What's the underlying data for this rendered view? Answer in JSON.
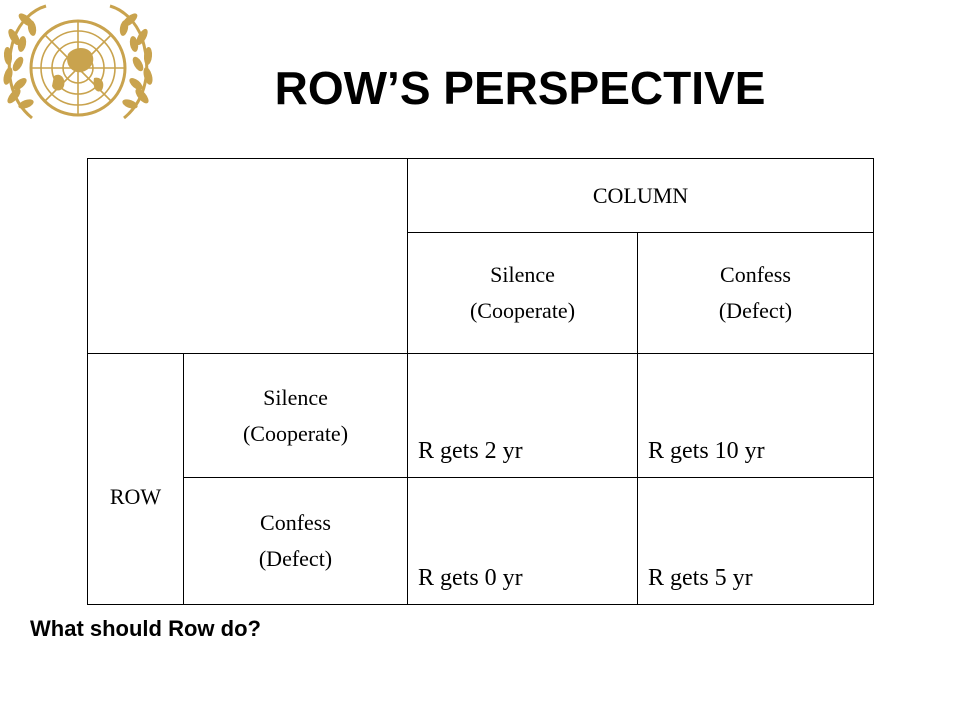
{
  "slide": {
    "title": "ROW’S PERSPECTIVE",
    "question": "What should Row do?",
    "emblem_color": "#c9a34e",
    "emblem_icon": "un-emblem"
  },
  "table": {
    "column_header": "COLUMN",
    "row_header": "ROW",
    "col_strategies": [
      {
        "line1": "Silence",
        "line2": "(Cooperate)"
      },
      {
        "line1": "Confess",
        "line2": "(Defect)"
      }
    ],
    "row_strategies": [
      {
        "line1": "Silence",
        "line2": "(Cooperate)"
      },
      {
        "line1": "Confess",
        "line2": "(Defect)"
      }
    ],
    "payoffs": [
      [
        "R gets 2 yr",
        "R gets 10 yr"
      ],
      [
        "R gets 0 yr",
        "R gets 5 yr"
      ]
    ]
  }
}
